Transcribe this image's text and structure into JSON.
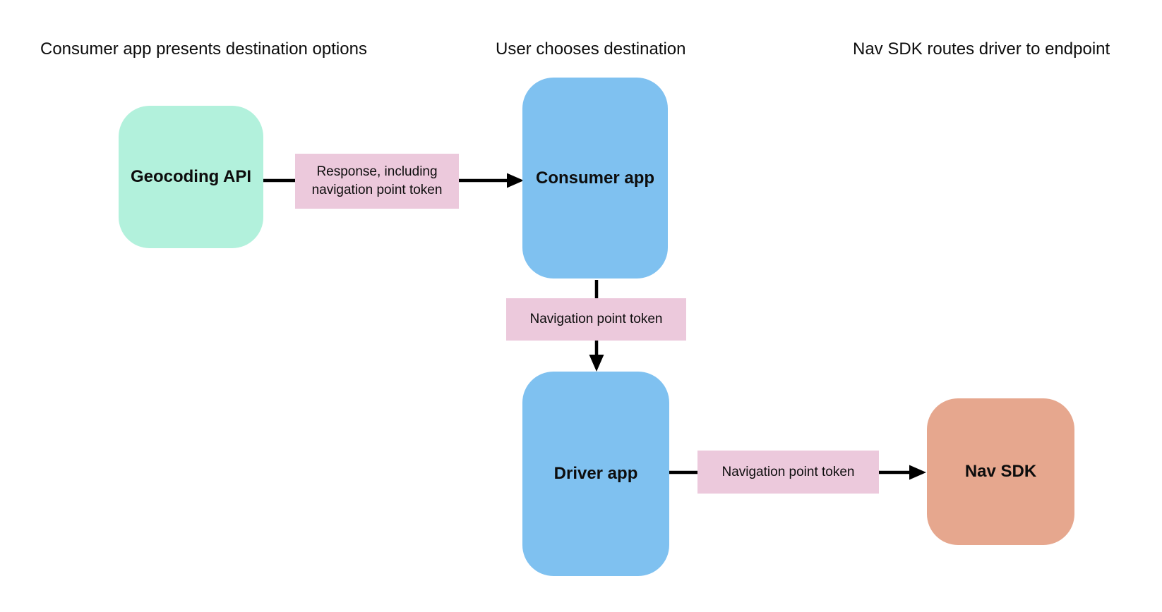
{
  "diagram": {
    "background": "#ffffff",
    "text_color": "#0d0d0d",
    "arrow_color": "#000000",
    "headings": [
      {
        "text": "Consumer app presents destination options"
      },
      {
        "text": "User chooses destination"
      },
      {
        "text": "Nav SDK routes driver to endpoint"
      }
    ],
    "nodes": [
      {
        "name": "geocoding-api",
        "label": "Geocoding API",
        "fill": "#b2f1dc"
      },
      {
        "name": "consumer-app",
        "label": "Consumer app",
        "fill": "#7fc1f0"
      },
      {
        "name": "driver-app",
        "label": "Driver app",
        "fill": "#7fc1f0"
      },
      {
        "name": "nav-sdk",
        "label": "Nav SDK",
        "fill": "#e6a78e"
      }
    ],
    "edges": [
      {
        "from": "geocoding-api",
        "to": "consumer-app",
        "label": "Response, including navigation point token",
        "label_fill": "#ecc9dc"
      },
      {
        "from": "consumer-app",
        "to": "driver-app",
        "label": "Navigation point token",
        "label_fill": "#ecc9dc"
      },
      {
        "from": "driver-app",
        "to": "nav-sdk",
        "label": "Navigation point token",
        "label_fill": "#ecc9dc"
      }
    ]
  }
}
